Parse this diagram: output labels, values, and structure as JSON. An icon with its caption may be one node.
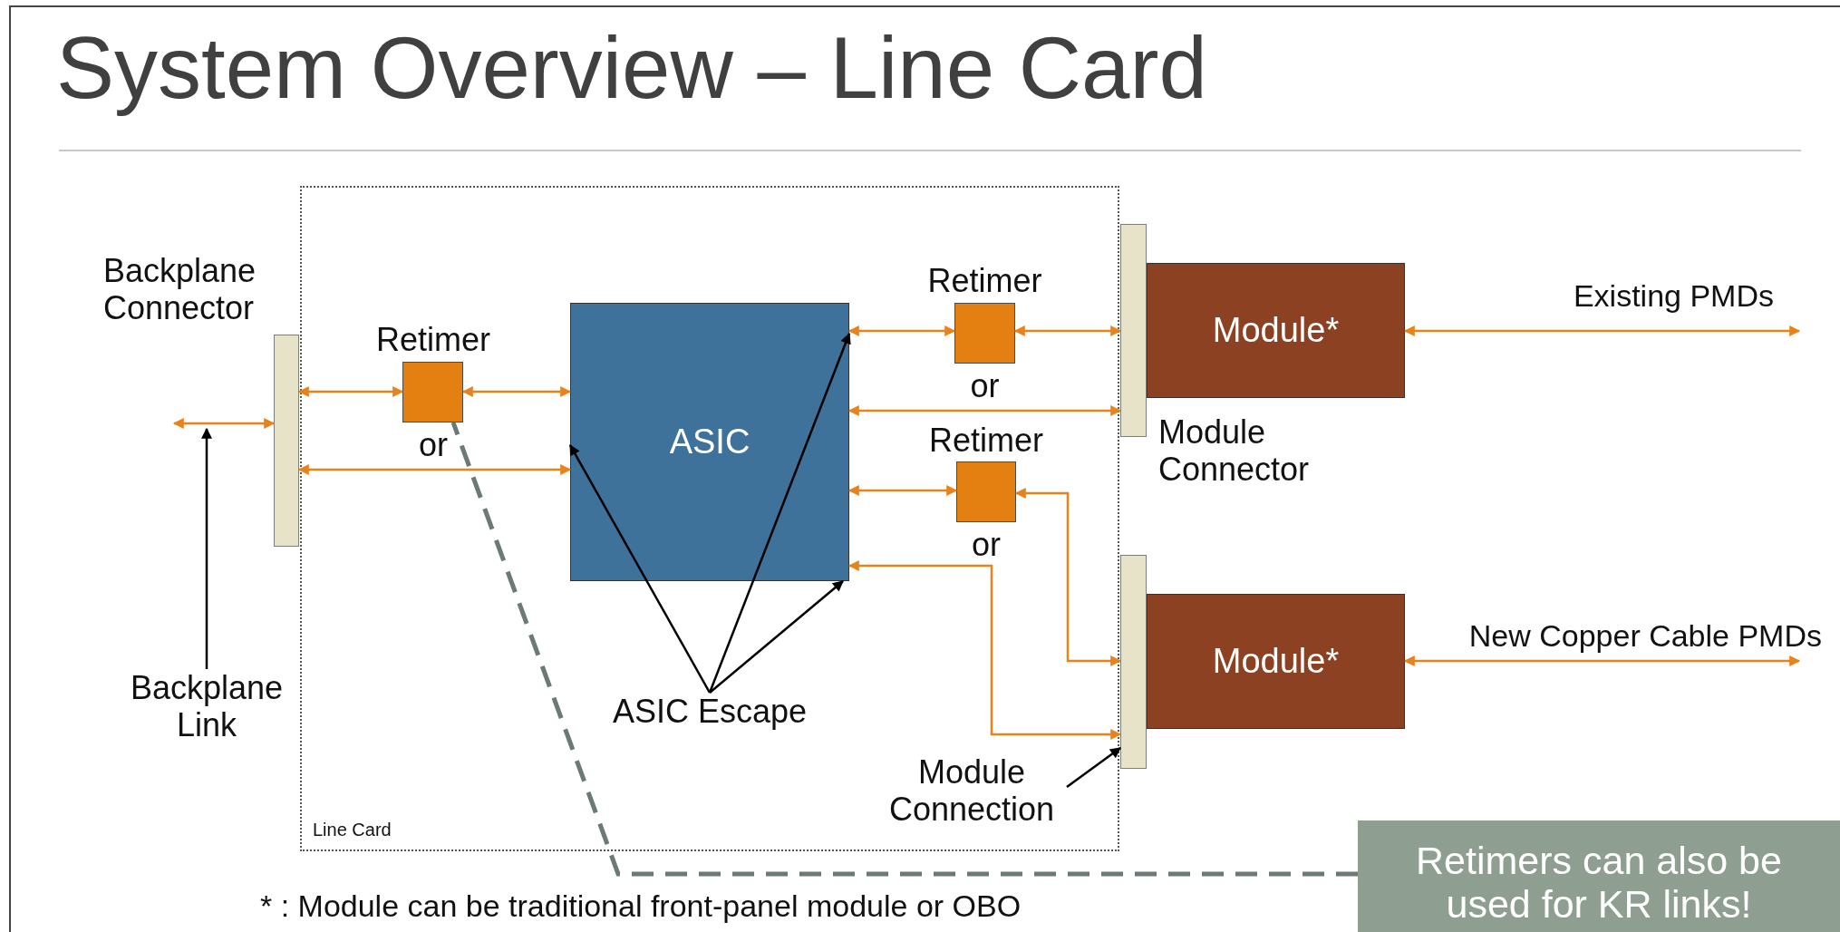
{
  "diagram": {
    "title": "System Overview – Line Card",
    "nodes": [
      {
        "text": [
          "Line Card"
        ]
      },
      {
        "text": [
          "Backplane Connector"
        ]
      },
      {
        "text": [
          "Backplane Link"
        ]
      },
      {
        "text": [
          "Retimer"
        ],
        "beside": [
          "or"
        ],
        "in": 0
      },
      {
        "text": [
          "ASIC"
        ],
        "in": 0
      },
      {
        "text": [
          "ASIC Escape"
        ],
        "in": 0
      },
      {
        "text": [
          "Retimer"
        ],
        "beside": [
          "or"
        ],
        "in": 0
      },
      {
        "text": [
          "Retimer"
        ],
        "beside": [
          "or"
        ],
        "in": 0
      },
      {
        "text": [
          "Module Connector"
        ]
      },
      {
        "text": [
          "Module*"
        ]
      },
      {
        "text": [],
        "shape": "bar"
      },
      {
        "text": [
          "Module*"
        ]
      },
      {
        "text": [
          "Module Connection"
        ],
        "in": 0
      },
      {
        "text": [
          "Retimers can also be used for KR links!"
        ]
      }
    ],
    "edges": [
      {
        "from": null,
        "to": 1,
        "arrow": "both"
      },
      {
        "from": 2,
        "to": null,
        "arrow": "to",
        "color": "#000000"
      },
      {
        "from": 1,
        "to": 3,
        "arrow": "both"
      },
      {
        "from": 3,
        "to": 4,
        "arrow": "both"
      },
      {
        "from": 1,
        "to": 4,
        "arrow": "both"
      },
      {
        "from": 5,
        "to": 4,
        "arrow": "to",
        "color": "#000000"
      },
      {
        "from": 5,
        "to": 4,
        "arrow": "to",
        "color": "#000000"
      },
      {
        "from": 5,
        "to": 4,
        "arrow": "to",
        "color": "#000000"
      },
      {
        "from": 4,
        "to": 6,
        "arrow": "both"
      },
      {
        "from": 6,
        "to": 8,
        "arrow": "both"
      },
      {
        "from": 4,
        "to": 8,
        "arrow": "both"
      },
      {
        "from": 4,
        "to": 7,
        "arrow": "both"
      },
      {
        "from": 7,
        "to": 10,
        "arrow": "both"
      },
      {
        "from": 4,
        "to": 10,
        "arrow": "both"
      },
      {
        "from": 9,
        "to": null,
        "arrow": "both",
        "label": "Existing PMDs"
      },
      {
        "from": 11,
        "to": null,
        "arrow": "both",
        "label": "New Copper Cable PMDs"
      },
      {
        "from": 12,
        "to": 10,
        "arrow": "to",
        "color": "#000000"
      },
      {
        "from": 13,
        "to": 3,
        "arrow": "none",
        "style": "dashed",
        "color": "#6b7a74"
      }
    ],
    "labels": [
      "* : Module can be traditional front-panel module or OBO"
    ]
  }
}
